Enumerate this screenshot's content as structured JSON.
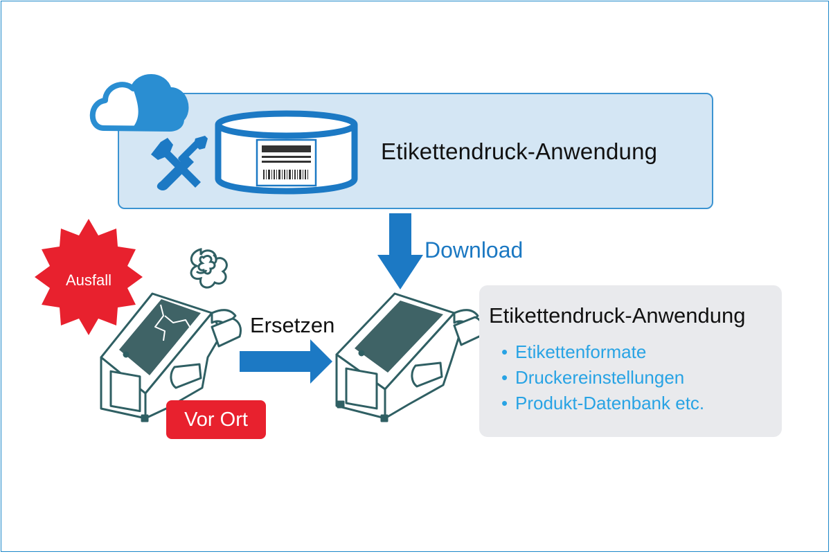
{
  "cloud": {
    "title": "Etikettendruck-Anwendung",
    "icons": [
      "cloud-icon",
      "tools-icon",
      "database-icon",
      "barcode-label-icon"
    ]
  },
  "arrows": {
    "download_label": "Download",
    "replace_label": "Ersetzen"
  },
  "failed_printer": {
    "badge": "Ausfall",
    "onsite": "Vor Ort",
    "icons": [
      "broken-printer-icon",
      "smoke-icon",
      "burst-badge"
    ]
  },
  "new_printer": {
    "icons": [
      "label-printer-icon"
    ]
  },
  "info": {
    "title": "Etikettendruck-Anwendung",
    "items": [
      "Etikettenformate",
      "Druckereinstellungen",
      "Produkt-Datenbank etc."
    ],
    "bullet": "•"
  },
  "colors": {
    "frame": "#1b86c8",
    "cloud_box_fill": "#d4e6f4",
    "accent_blue": "#1b78c2",
    "list_blue": "#28a3e4",
    "alert_red": "#e8212e",
    "printer_outline": "#2f5f63",
    "printer_screen": "#3f6366",
    "info_box": "#e9eaed"
  }
}
